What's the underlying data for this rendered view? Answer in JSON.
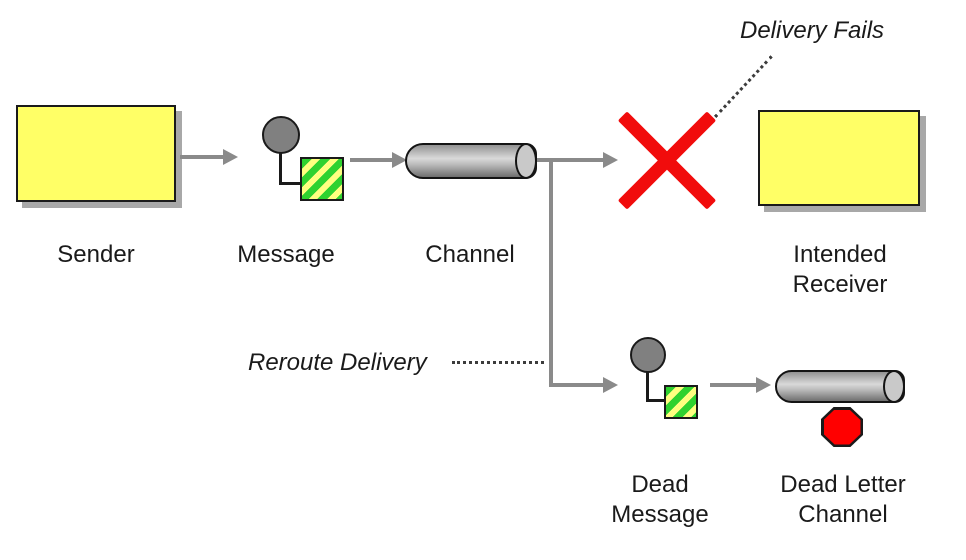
{
  "diagram": {
    "pattern": "Dead Letter Channel",
    "labels": {
      "sender": "Sender",
      "message": "Message",
      "channel": "Channel",
      "intended_receiver": "Intended Receiver",
      "dead_message": "Dead Message",
      "dead_letter_channel": "Dead Letter Channel"
    },
    "annotations": {
      "delivery_fails": "Delivery Fails",
      "reroute_delivery": "Reroute Delivery"
    }
  },
  "colors": {
    "box_fill": "#FFFF66",
    "box_border": "#1A1A1A",
    "shadow": "#A8A8A8",
    "arrow": "#8A8A8A",
    "fail_x": "#F10C0C",
    "stop_octagon": "#FF0000",
    "msg_circle": "#808080",
    "msg_green": "#2FD22F",
    "msg_stripe": "#FFFF80",
    "text": "#1A1A1A"
  }
}
